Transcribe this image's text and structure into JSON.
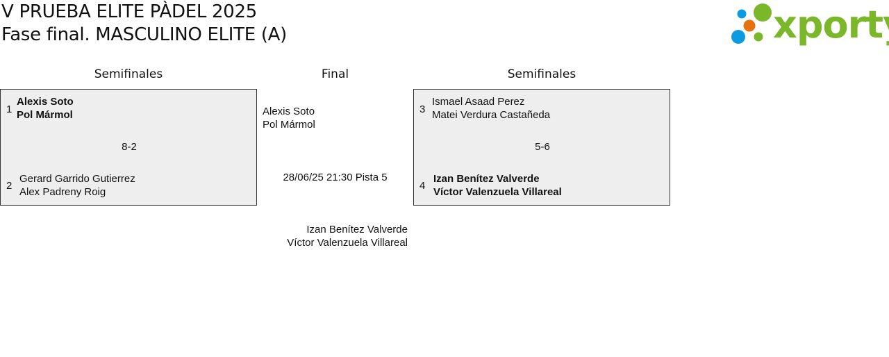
{
  "header": {
    "title": "V PRUEBA ELITE PÀDEL 2025",
    "subtitle": "Fase final. MASCULINO ELITE (A)"
  },
  "logo": {
    "text": "xporty",
    "icon": "dots-logo-icon",
    "colors": {
      "green": "#7ab829",
      "blue": "#0b9be0",
      "orange": "#e5720f"
    }
  },
  "rounds": {
    "left": "Semifinales",
    "center": "Final",
    "right": "Semifinales"
  },
  "semifinal_left": {
    "team1": {
      "seed": "1",
      "player1": "Alexis Soto",
      "player2": "Pol Mármol",
      "winner": true
    },
    "team2": {
      "seed": "2",
      "player1": "Gerard Garrido Gutierrez",
      "player2": "Alex Padreny Roig",
      "winner": false
    },
    "score": "8-2"
  },
  "semifinal_right": {
    "team1": {
      "seed": "3",
      "player1": "Ismael Asaad Perez",
      "player2": "Matei Verdura Castañeda",
      "winner": false
    },
    "team2": {
      "seed": "4",
      "player1": "Izan Benítez Valverde",
      "player2": "Víctor Valenzuela Villareal",
      "winner": true
    },
    "score": "5-6"
  },
  "final": {
    "team1": {
      "player1": "Alexis Soto",
      "player2": "Pol Mármol"
    },
    "team2": {
      "player1": "Izan Benítez Valverde",
      "player2": "Víctor Valenzuela Villareal"
    },
    "schedule": "28/06/25 21:30 Pista 5"
  }
}
